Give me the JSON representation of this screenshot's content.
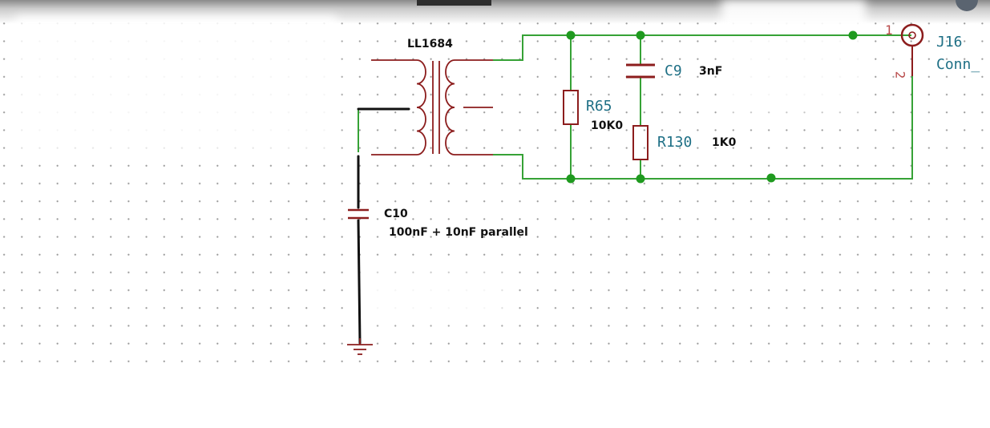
{
  "schematic": {
    "transformer": {
      "name": "LL1684"
    },
    "resistors": [
      {
        "ref": "R65",
        "value": "10K0"
      },
      {
        "ref": "R130",
        "ref_display": "R130",
        "value": "1K0"
      }
    ],
    "capacitors": [
      {
        "ref": "C9",
        "value": "3nF"
      },
      {
        "ref": "C10",
        "value": "100nF + 10nF  parallel"
      }
    ],
    "connector": {
      "ref": "J16",
      "name": "Conn_",
      "pin1": "1",
      "pin2": "2"
    },
    "colors": {
      "wire": "#36a236",
      "component": "#8c1d1d",
      "junction": "#1f9a1f",
      "ref_text": "#1e6f85",
      "pen_wire": "#111111"
    }
  }
}
